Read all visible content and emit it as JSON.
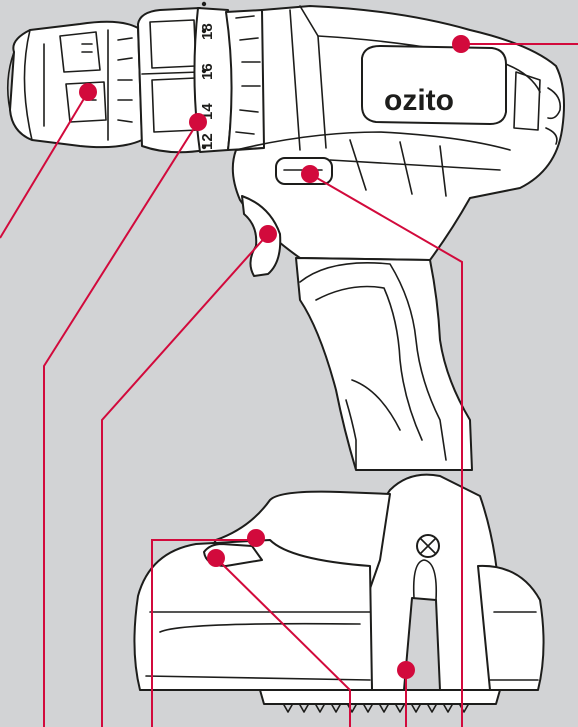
{
  "brand": {
    "logo_text": "ozito",
    "accent_color": "#d20a3c",
    "background_color": "#d2d3d5"
  },
  "torque_collar": {
    "scale_labels": [
      "12",
      "14",
      "16",
      "18"
    ]
  }
}
